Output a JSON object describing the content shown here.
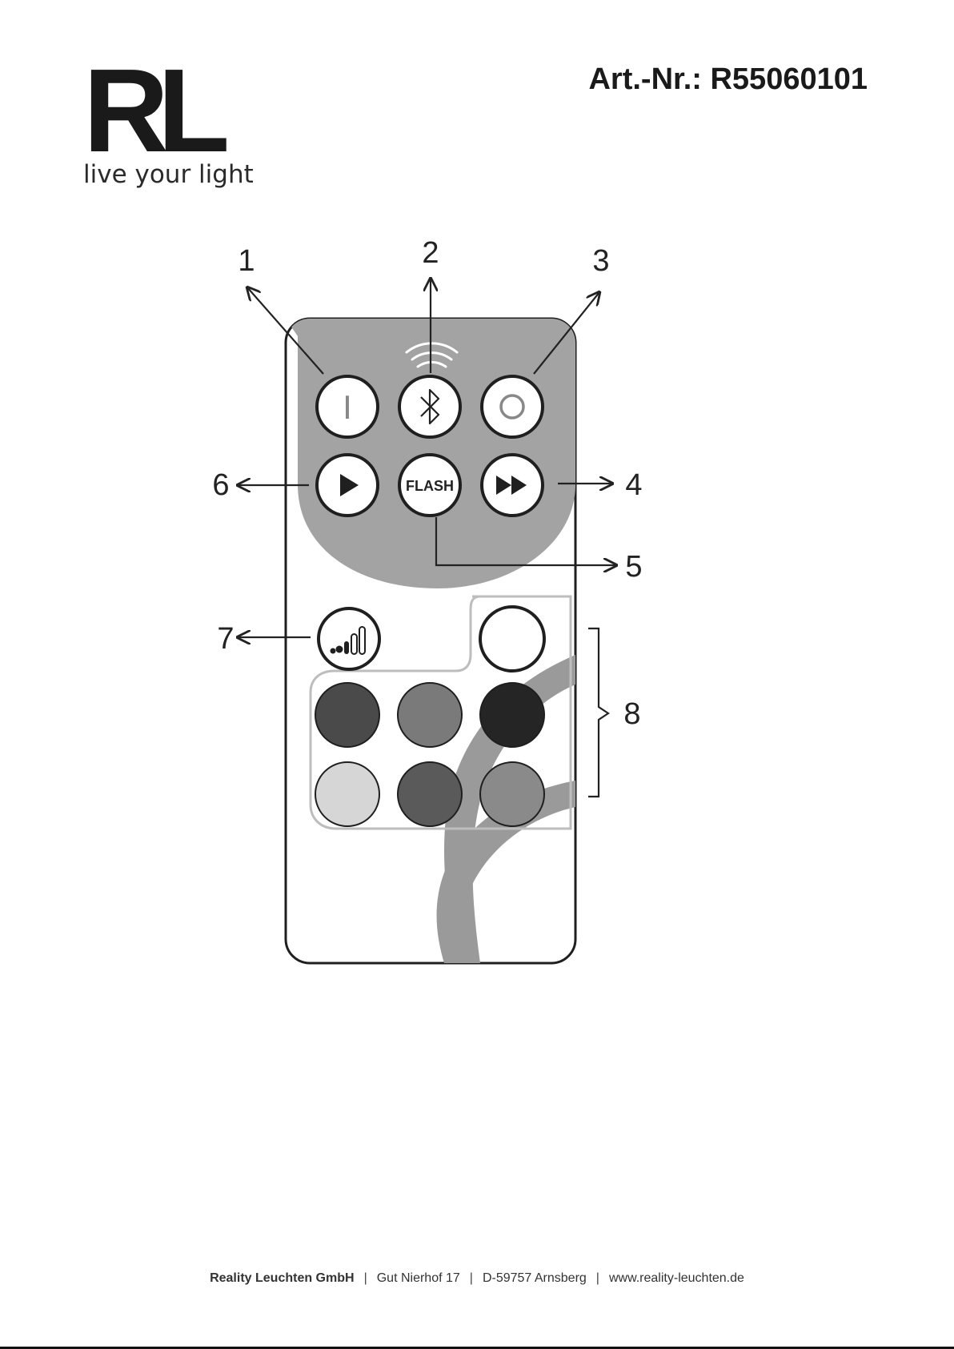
{
  "header": {
    "logo_mark": "RL",
    "logo_tagline": "live your light",
    "article_number": "Art.-Nr.: R55060101"
  },
  "remote": {
    "buttons": {
      "on": "I",
      "flash": "FLASH"
    },
    "callouts": [
      "1",
      "2",
      "3",
      "4",
      "5",
      "6",
      "7",
      "8"
    ],
    "color_button_fills": [
      "#ffffff",
      "#4a4a4a",
      "#7a7a7a",
      "#252525",
      "#d6d6d6",
      "#5a5a5a",
      "#8a8a8a"
    ]
  },
  "footer": {
    "company": "Reality Leuchten GmbH",
    "street": "Gut Nierhof 17",
    "city": "D-59757 Arnsberg",
    "website": "www.reality-leuchten.de",
    "separator": "|"
  }
}
